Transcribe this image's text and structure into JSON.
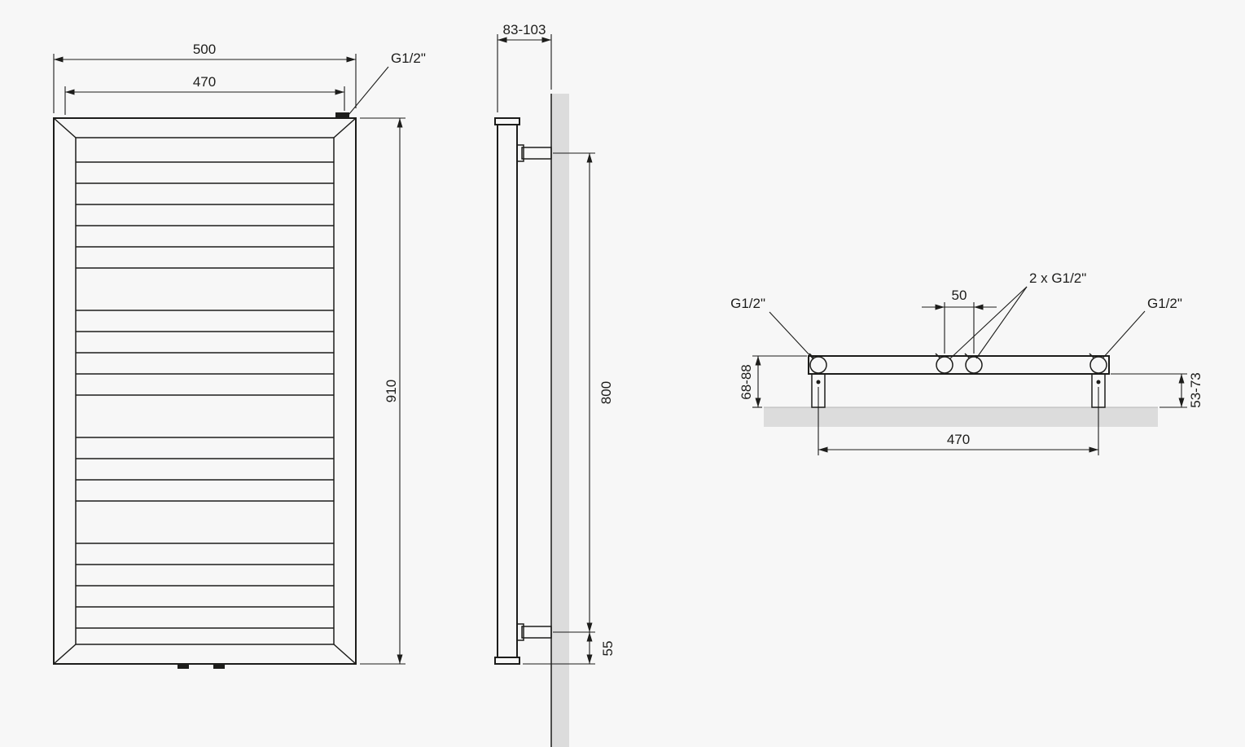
{
  "colors": {
    "background": "#f7f7f7",
    "line": "#1d1d1b",
    "wall": "#dcdcdc"
  },
  "front_view": {
    "overall_width": "500",
    "connection_spacing": "470",
    "overall_height": "910",
    "connection_label": "G1/2\""
  },
  "side_view": {
    "depth_range": "83-103",
    "bracket_span": "800",
    "bottom_offset": "55"
  },
  "plan_view": {
    "left_connection_label": "G1/2\"",
    "center_connections_label": "2 x G1/2\"",
    "right_connection_label": "G1/2\"",
    "center_connection_spacing": "50",
    "wall_distance_front": "68-88",
    "wall_distance_back": "53-73",
    "bracket_spacing": "470"
  }
}
